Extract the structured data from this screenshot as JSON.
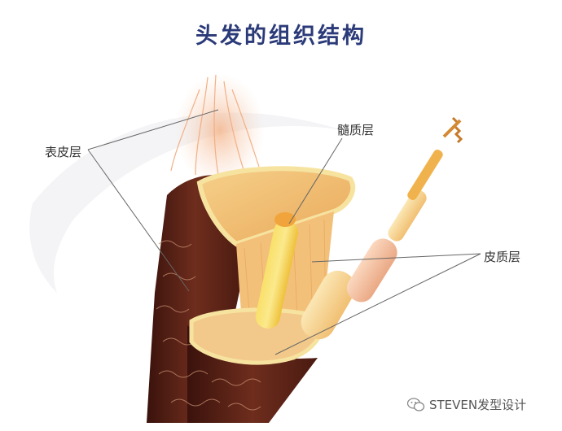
{
  "title": "头发的组织结构",
  "labels": {
    "cuticle": "表皮层",
    "medulla": "髓质层",
    "cortex": "皮质层"
  },
  "watermark": {
    "text": "STEVEN发型设计",
    "icon": "wechat-icon"
  },
  "colors": {
    "title": "#2b3a78",
    "hair_shaft_brown": "#5a2418",
    "cross_section": "#f0c87a",
    "medulla_core": "#f8d23a",
    "leader_line": "#666666"
  }
}
